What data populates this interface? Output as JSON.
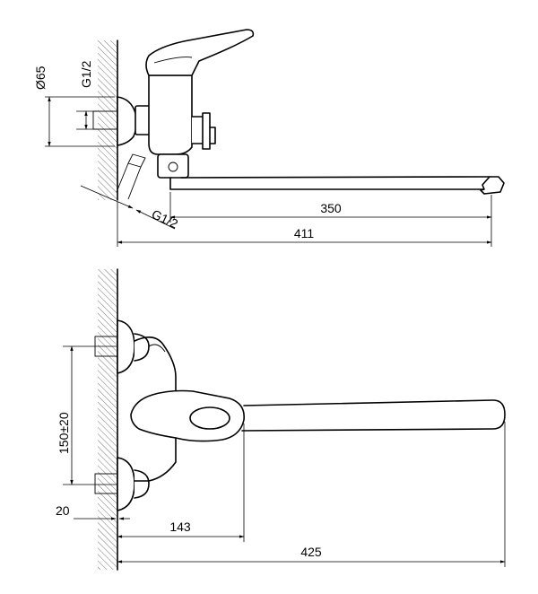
{
  "top_view": {
    "labels": {
      "flange_diameter": "Ø65",
      "wall_thread": "G1/2",
      "hose_thread": "G1/2",
      "spout_reach": "350",
      "overall_length": "411"
    }
  },
  "front_view": {
    "labels": {
      "inlet_spacing": "150±20",
      "wall_offset": "20",
      "handle_offset": "143",
      "overall_length": "425"
    }
  },
  "colors": {
    "line": "#000000",
    "background": "#ffffff",
    "hatch": "#777777"
  }
}
